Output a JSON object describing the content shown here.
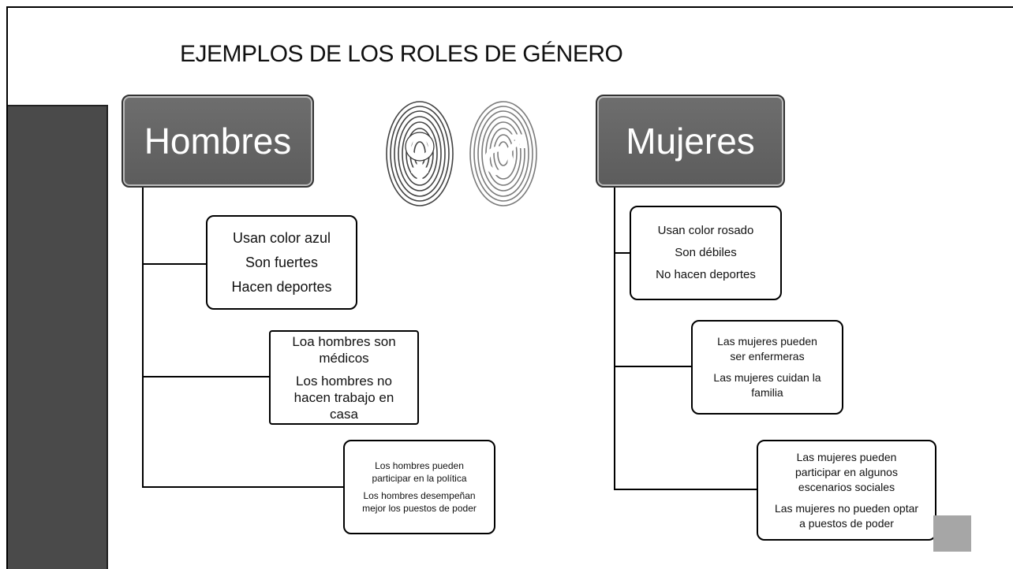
{
  "slide": {
    "title": "EJEMPLOS DE LOS ROLES DE GÉNERO"
  },
  "men": {
    "heading": "Hombres",
    "boxes": [
      {
        "lines": [
          "Usan color azul",
          "Son fuertes",
          "Hacen deportes"
        ]
      },
      {
        "lines": [
          "Loa hombres son médicos",
          "Los hombres no hacen trabajo en casa"
        ]
      },
      {
        "lines": [
          "Los hombres pueden participar en la política",
          "Los hombres desempeñan mejor los puestos de poder"
        ]
      }
    ]
  },
  "women": {
    "heading": "Mujeres",
    "boxes": [
      {
        "lines": [
          "Usan color rosado",
          "Son débiles",
          "No hacen deportes"
        ]
      },
      {
        "lines": [
          "Las mujeres pueden ser enfermeras",
          "Las mujeres cuidan la familia"
        ]
      },
      {
        "lines": [
          "Las mujeres pueden participar en algunos escenarios sociales",
          "Las mujeres no pueden optar a puestos de poder"
        ]
      }
    ]
  },
  "images": {
    "left_fingerprint_icon": "female-symbol-fingerprint-icon",
    "right_fingerprint_icon": "male-symbol-fingerprint-icon"
  },
  "colors": {
    "heading_fill": "#656565",
    "sidebar": "#4a4a4a",
    "corner_accent": "#a6a6a6"
  }
}
